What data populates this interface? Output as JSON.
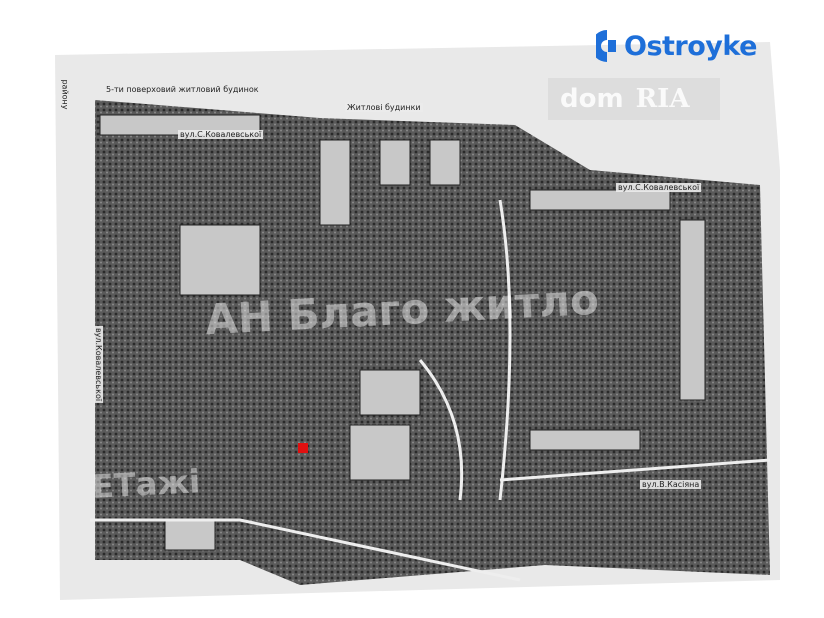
{
  "map": {
    "labels": {
      "five_storey": "5-ти поверховий житловий будинок",
      "residential": "Житлові будинки",
      "street_kovalevskoi_1": "вул.С.Ковалевської",
      "street_kovalevskoi_2": "вул.С.Ковалевської",
      "street_kasiyana": "вул.В.Касіяна",
      "side_street_top": "району",
      "side_street_left": "вул.Ковалевської"
    },
    "marker_color": "#e01010"
  },
  "watermarks": {
    "ostroyke": "Ostroyke",
    "dom": "dom",
    "ria": "RIA",
    "agency": "АН Благо житло",
    "etazhi": "ЕТажі"
  },
  "colors": {
    "brand": "#1e6fd9"
  }
}
